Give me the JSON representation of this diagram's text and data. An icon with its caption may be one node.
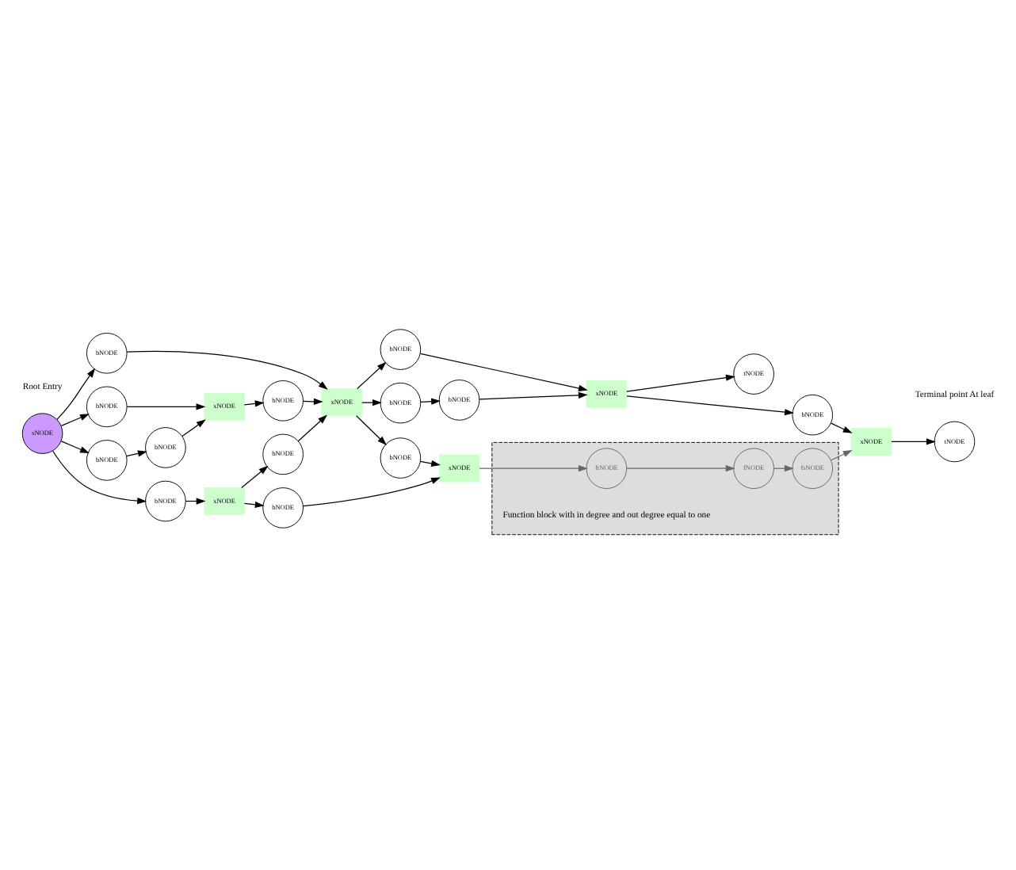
{
  "diagram": {
    "nodes": [
      {
        "text": [
          "sNODE"
        ]
      },
      {
        "text": [
          "bNODE"
        ]
      },
      {
        "text": [
          "bNODE"
        ]
      },
      {
        "text": [
          "bNODE"
        ]
      },
      {
        "text": [
          "bNODE"
        ]
      },
      {
        "text": [
          "xNODE"
        ]
      },
      {
        "text": [
          "bNODE"
        ]
      },
      {
        "text": [
          "xNODE"
        ]
      },
      {
        "text": [
          "bNODE"
        ]
      },
      {
        "text": [
          "bNODE"
        ]
      },
      {
        "text": [
          "bNODE"
        ]
      },
      {
        "text": [
          "xNODE"
        ]
      },
      {
        "text": [
          "tNODE"
        ]
      },
      {
        "text": [
          "bNODE"
        ]
      },
      {
        "text": [
          "bNODE"
        ]
      },
      {
        "text": [
          "xNODE"
        ]
      },
      {
        "text": [
          "bNODE"
        ]
      },
      {
        "text": [
          "bNODE"
        ]
      },
      {
        "text": [
          "xNODE"
        ]
      },
      {
        "text": [
          "bNODE"
        ]
      },
      {
        "text": [
          "xNODE"
        ]
      },
      {
        "text": [
          "tNODE"
        ]
      },
      {
        "text": [],
        "shape": "box",
        "beside": [
          "Function block with in degree and out degree equal to one"
        ]
      },
      {
        "text": [
          "ftNODE"
        ],
        "in": 22
      },
      {
        "text": [
          "fNODE"
        ],
        "in": 22
      },
      {
        "text": [
          "fsNODE"
        ],
        "in": 22
      }
    ],
    "edges": [
      {
        "from": 0,
        "to": 1,
        "arrow": "to"
      },
      {
        "from": 0,
        "to": 2,
        "arrow": "to"
      },
      {
        "from": 0,
        "to": 3,
        "arrow": "to"
      },
      {
        "from": 0,
        "to": 14,
        "arrow": "to"
      },
      {
        "from": 1,
        "to": 7,
        "arrow": "to"
      },
      {
        "from": 2,
        "to": 5,
        "arrow": "to"
      },
      {
        "from": 3,
        "to": 4,
        "arrow": "to"
      },
      {
        "from": 4,
        "to": 5,
        "arrow": "to"
      },
      {
        "from": 5,
        "to": 6,
        "arrow": "to"
      },
      {
        "from": 6,
        "to": 7,
        "arrow": "to"
      },
      {
        "from": 13,
        "to": 7,
        "arrow": "to"
      },
      {
        "from": 7,
        "to": 8,
        "arrow": "to"
      },
      {
        "from": 7,
        "to": 9,
        "arrow": "to"
      },
      {
        "from": 7,
        "to": 17,
        "arrow": "to"
      },
      {
        "from": 9,
        "to": 10,
        "arrow": "to"
      },
      {
        "from": 10,
        "to": 11,
        "arrow": "to"
      },
      {
        "from": 8,
        "to": 11,
        "arrow": "to"
      },
      {
        "from": 11,
        "to": 12,
        "arrow": "to"
      },
      {
        "from": 11,
        "to": 19,
        "arrow": "to"
      },
      {
        "from": 14,
        "to": 15,
        "arrow": "to"
      },
      {
        "from": 15,
        "to": 13,
        "arrow": "to"
      },
      {
        "from": 15,
        "to": 16,
        "arrow": "to"
      },
      {
        "from": 16,
        "to": 18,
        "arrow": "to"
      },
      {
        "from": 17,
        "to": 18,
        "arrow": "to"
      },
      {
        "from": 18,
        "to": 23,
        "arrow": "to",
        "color": "#666666"
      },
      {
        "from": 23,
        "to": 24,
        "arrow": "to",
        "color": "#666666"
      },
      {
        "from": 24,
        "to": 25,
        "arrow": "to",
        "color": "#666666"
      },
      {
        "from": 25,
        "to": 20,
        "arrow": "to",
        "color": "#666666"
      },
      {
        "from": 19,
        "to": 20,
        "arrow": "to"
      },
      {
        "from": 20,
        "to": 21,
        "arrow": "to"
      }
    ],
    "labels": [
      "Root Entry",
      "Terminal point At leaf"
    ]
  }
}
